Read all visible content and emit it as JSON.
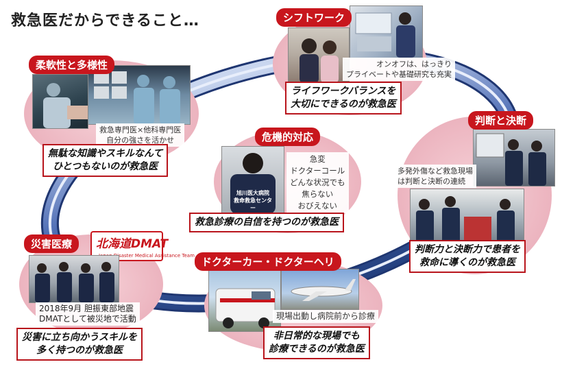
{
  "title": "救急医だからできること…",
  "sections": {
    "shift": {
      "tag": "シフトワーク",
      "note": [
        "オンオフは、はっきり",
        "プライベートや基礎研究も充実"
      ],
      "box": [
        "ライフワークバランスを",
        "大切にできるのが救急医"
      ]
    },
    "flex": {
      "tag": "柔軟性と多様性",
      "note": [
        "救急専門医×他科専門医",
        "自分の強さを活かせ"
      ],
      "box": [
        "無駄な知識やスキルなんて",
        "ひとつもないのが救急医"
      ]
    },
    "judge": {
      "tag": "判断と決断",
      "note": [
        "多発外傷など救急現場",
        "は判断と決断の連続"
      ],
      "box": [
        "判断力と決断力で患者を",
        "救命に導くのが救急医"
      ]
    },
    "crisis": {
      "tag": "危機的対応",
      "note": [
        "急変",
        "ドクターコール",
        "どんな状況でも",
        "焦らない",
        "おびえない"
      ],
      "box": [
        "救急診療の自信を持つのが救急医"
      ],
      "vest_text": [
        "旭川医大病院",
        "救命救急センター"
      ]
    },
    "disaster": {
      "tag": "災害医療",
      "logo_main": "北海道DMAT",
      "logo_sub": "Japan Disaster Medical Assistance Team",
      "note": [
        "2018年9月 胆振東部地震",
        "DMATとして被災地で活動"
      ],
      "box": [
        "災害に立ち向かうスキルを",
        "多く持つのが救急医"
      ]
    },
    "doctor_car": {
      "tag": "ドクターカー・ドクターヘリ",
      "note": [
        "現場出動し病院前から診療"
      ],
      "box": [
        "非日常的な現場でも",
        "診療できるのが救急医"
      ]
    }
  },
  "colors": {
    "accent_red": "#c8161d",
    "ring_blue": "#2f4f96",
    "blob_pink": "#ecb4bf"
  }
}
